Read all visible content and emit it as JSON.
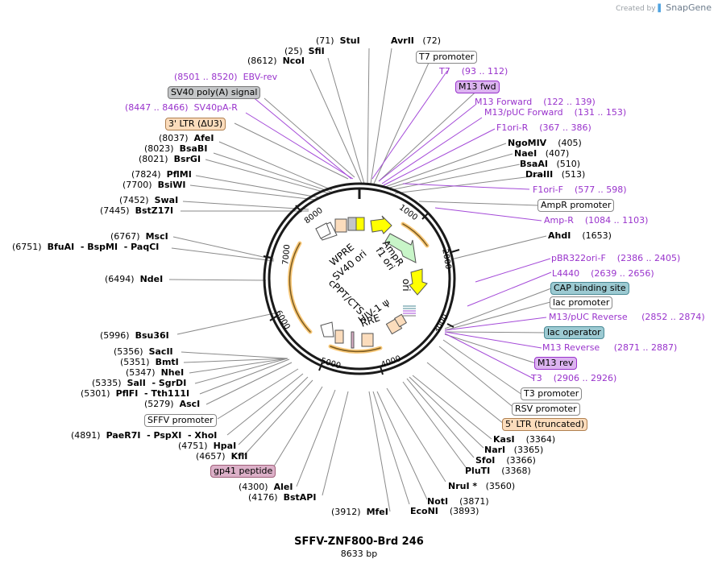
{
  "credit": {
    "prefix": "Created by",
    "brand": "SnapGene"
  },
  "plasmid": {
    "name": "SFFV-ZNF800-Brd 246",
    "length": "8633 bp"
  },
  "ring_ticks": [
    "1000",
    "2000",
    "3000",
    "4000",
    "5000",
    "6000",
    "7000",
    "8000"
  ],
  "inner_labels": {
    "wpre": "WPRE",
    "sv40_ori": "SV40 ori",
    "ampr": "AmpR",
    "f1_ori": "f1 ori",
    "ori": "ori",
    "hiv1_psi": "HIV-1 ψ",
    "rre": "RRE",
    "cppt": "cPPT/CTS"
  },
  "colors": {
    "primer": "#9933cc",
    "ring": "#1a1a1a",
    "arc": "#f5b041",
    "ori_yellow": "#ffff00",
    "ampr_green": "#c8f5c8",
    "peach": "#fbdcbc",
    "gray": "#c4c6c8"
  },
  "labels_top": {
    "stui": {
      "pos": "(71)",
      "name": "StuI"
    },
    "avrii": {
      "name": "AvrII",
      "pos": "(72)"
    },
    "sfii": {
      "pos": "(25)",
      "name": "SfiI"
    },
    "t7_promoter": "T7 promoter",
    "ncoi": {
      "pos": "(8612)",
      "name": "NcoI"
    },
    "t7": {
      "name": "T7",
      "range": "(93 .. 112)"
    },
    "ebv_rev": {
      "range": "(8501 .. 8520)",
      "name": "EBV-rev"
    },
    "m13_fwd": "M13 fwd",
    "sv40_polya": "SV40 poly(A) signal"
  },
  "labels_right": [
    {
      "name": "M13 Forward",
      "range": "(122 .. 139)",
      "type": "primer"
    },
    {
      "name": "M13/pUC Forward",
      "range": "(131 .. 153)",
      "type": "primer"
    },
    {
      "name": "F1ori-R",
      "range": "(367 .. 386)",
      "type": "primer"
    },
    {
      "name": "NgoMIV",
      "pos": "(405)",
      "type": "enzyme"
    },
    {
      "name": "NaeI",
      "pos": "(407)",
      "type": "enzyme"
    },
    {
      "name": "BsaAI",
      "pos": "(510)",
      "type": "enzyme"
    },
    {
      "name": "DraIII",
      "pos": "(513)",
      "type": "enzyme"
    },
    {
      "name": "F1ori-F",
      "range": "(577 .. 598)",
      "type": "primer"
    },
    {
      "name": "AmpR promoter",
      "type": "feature"
    },
    {
      "name": "Amp-R",
      "range": "(1084 .. 1103)",
      "type": "primer"
    },
    {
      "name": "AhdI",
      "pos": "(1653)",
      "type": "enzyme"
    },
    {
      "name": "pBR322ori-F",
      "range": "(2386 .. 2405)",
      "type": "primer"
    },
    {
      "name": "L4440",
      "range": "(2639 .. 2656)",
      "type": "primer"
    },
    {
      "name": "CAP binding site",
      "type": "feature"
    },
    {
      "name": "lac promoter",
      "type": "feature"
    },
    {
      "name": "M13/pUC Reverse",
      "range": "(2852 .. 2874)",
      "type": "primer"
    },
    {
      "name": "lac operator",
      "type": "feature"
    },
    {
      "name": "M13 Reverse",
      "range": "(2871 .. 2887)",
      "type": "primer"
    },
    {
      "name": "M13 rev",
      "type": "feature"
    },
    {
      "name": "T3",
      "range": "(2906 .. 2926)",
      "type": "primer"
    },
    {
      "name": "T3 promoter",
      "type": "feature"
    },
    {
      "name": "RSV promoter",
      "type": "feature"
    },
    {
      "name": "5' LTR (truncated)",
      "type": "feature"
    },
    {
      "name": "KasI",
      "pos": "(3364)",
      "type": "enzyme"
    },
    {
      "name": "NarI",
      "pos": "(3365)",
      "type": "enzyme"
    },
    {
      "name": "SfoI",
      "pos": "(3366)",
      "type": "enzyme"
    },
    {
      "name": "PluTI",
      "pos": "(3368)",
      "type": "enzyme"
    },
    {
      "name": "NruI *",
      "pos": "(3560)",
      "type": "enzyme"
    },
    {
      "name": "NotI",
      "pos": "(3871)",
      "type": "enzyme"
    },
    {
      "name": "EcoNI",
      "pos": "(3893)",
      "type": "enzyme"
    }
  ],
  "labels_left": [
    {
      "name": "SV40pA-R",
      "range": "(8447 .. 8466)",
      "type": "primer"
    },
    {
      "name": "3' LTR (ΔU3)",
      "type": "feature"
    },
    {
      "name": "AfeI",
      "pos": "(8037)",
      "type": "enzyme"
    },
    {
      "name": "BsaBI",
      "pos": "(8023)",
      "type": "enzyme"
    },
    {
      "name": "BsrGI",
      "pos": "(8021)",
      "type": "enzyme"
    },
    {
      "name": "PflMI",
      "pos": "(7824)",
      "type": "enzyme"
    },
    {
      "name": "BsiWI",
      "pos": "(7700)",
      "type": "enzyme"
    },
    {
      "name": "SwaI",
      "pos": "(7452)",
      "type": "enzyme"
    },
    {
      "name": "BstZ17I",
      "pos": "(7445)",
      "type": "enzyme"
    },
    {
      "name": "MscI",
      "pos": "(6767)",
      "type": "enzyme"
    },
    {
      "name": "BfuAI  - BspMI  - PaqCI",
      "pos": "(6751)",
      "type": "enzyme"
    },
    {
      "name": "NdeI",
      "pos": "(6494)",
      "type": "enzyme"
    },
    {
      "name": "Bsu36I",
      "pos": "(5996)",
      "type": "enzyme"
    },
    {
      "name": "SacII",
      "pos": "(5356)",
      "type": "enzyme"
    },
    {
      "name": "BmtI",
      "pos": "(5351)",
      "type": "enzyme"
    },
    {
      "name": "NheI",
      "pos": "(5347)",
      "type": "enzyme"
    },
    {
      "name": "SalI  - SgrDI",
      "pos": "(5335)",
      "type": "enzyme"
    },
    {
      "name": "PflFI  - Tth111I",
      "pos": "(5301)",
      "type": "enzyme"
    },
    {
      "name": "AscI",
      "pos": "(5279)",
      "type": "enzyme"
    },
    {
      "name": "SFFV promoter",
      "type": "feature"
    },
    {
      "name": "PaeR7I  - PspXI  - XhoI",
      "pos": "(4891)",
      "type": "enzyme"
    },
    {
      "name": "HpaI",
      "pos": "(4751)",
      "type": "enzyme"
    },
    {
      "name": "KflI",
      "pos": "(4657)",
      "type": "enzyme"
    },
    {
      "name": "gp41 peptide",
      "type": "feature"
    },
    {
      "name": "AleI",
      "pos": "(4300)",
      "type": "enzyme"
    },
    {
      "name": "BstAPI",
      "pos": "(4176)",
      "type": "enzyme"
    },
    {
      "name": "MfeI",
      "pos": "(3912)",
      "type": "enzyme"
    }
  ]
}
